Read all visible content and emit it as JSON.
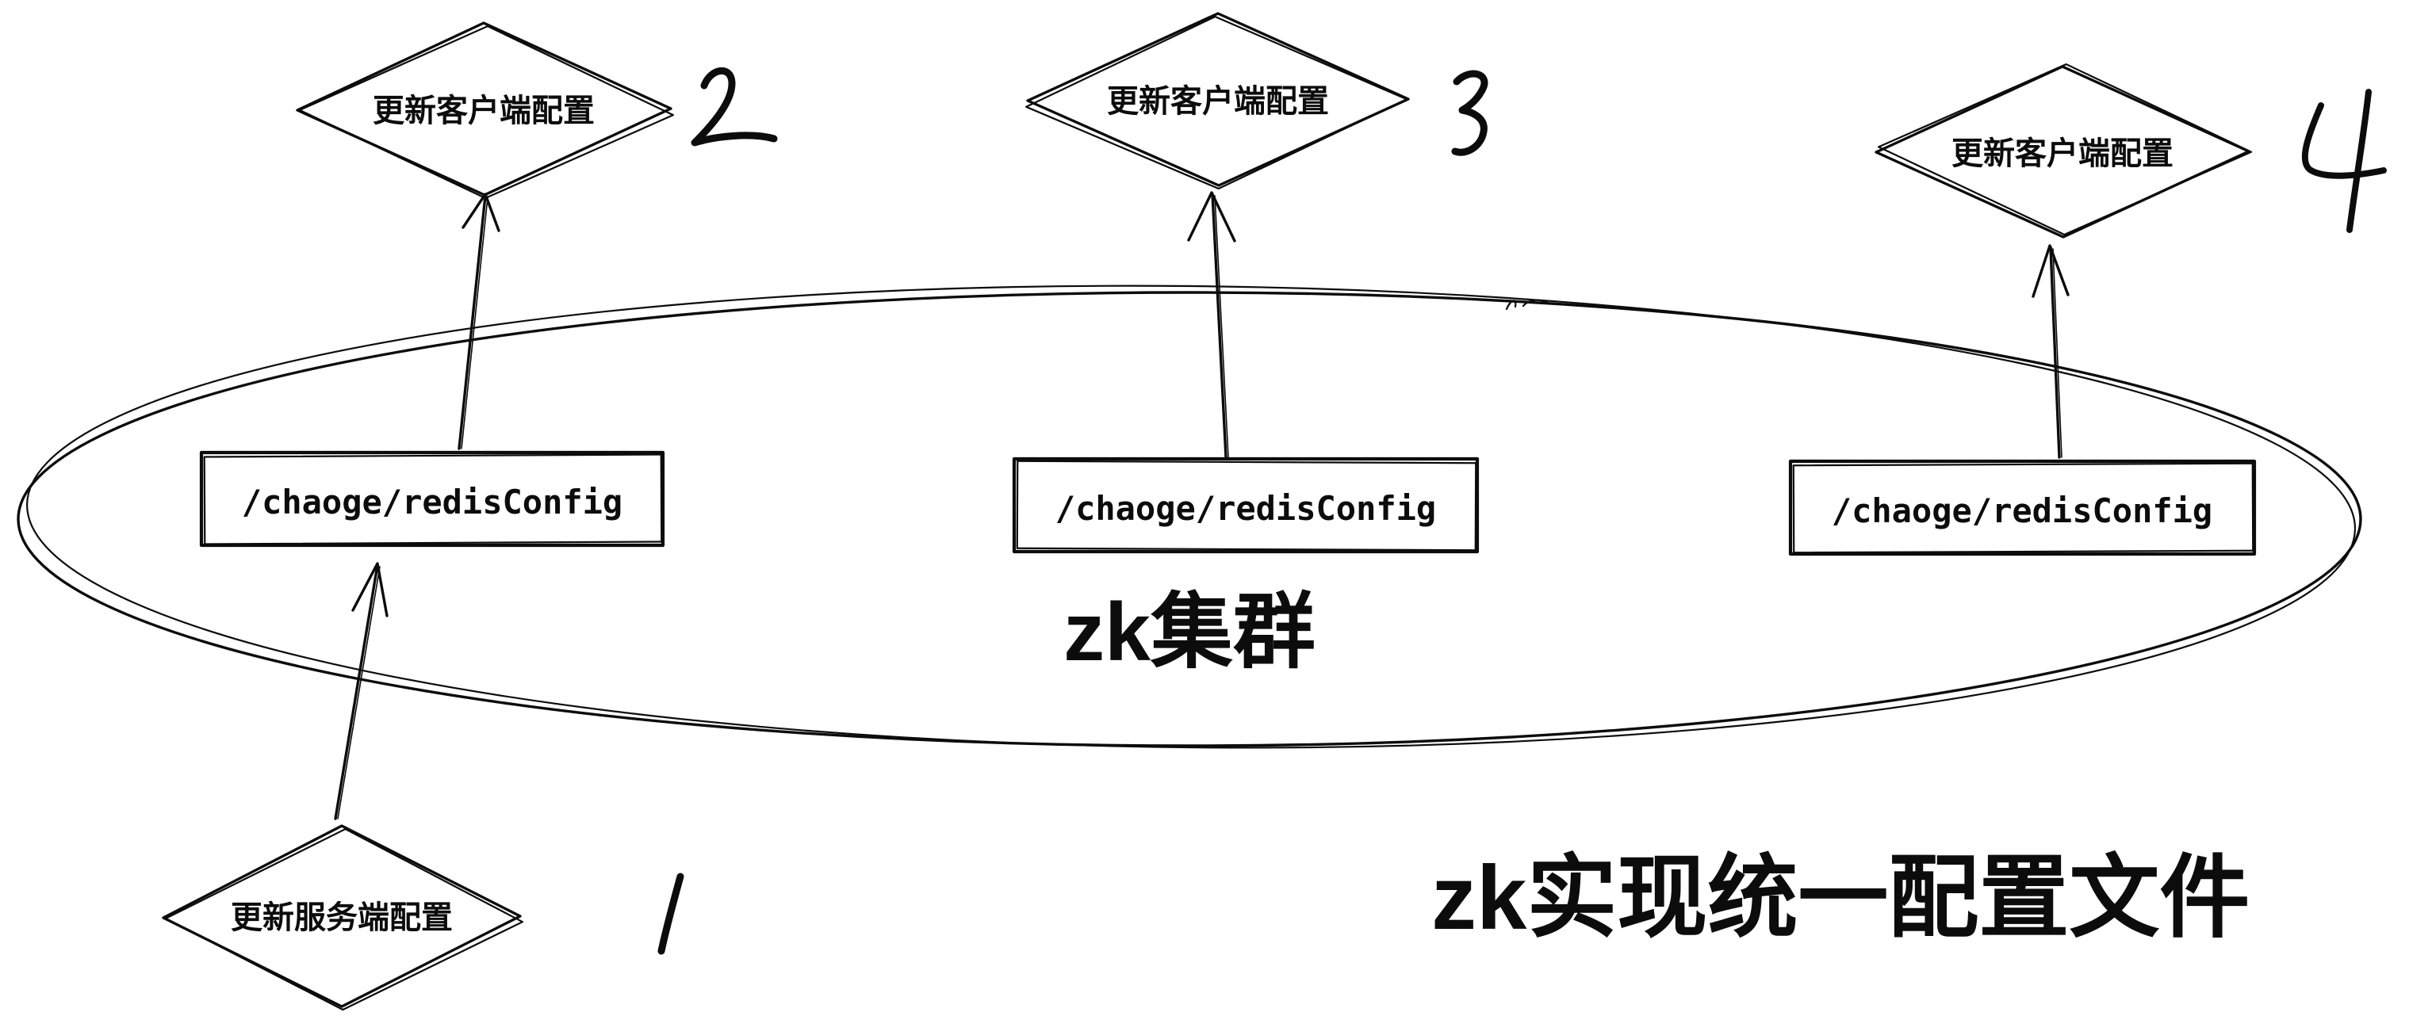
{
  "canvas": {
    "background": "#ffffff",
    "ink": "#0c0c0c",
    "style": "hand-drawn sketch, black ink on white"
  },
  "cluster": {
    "label": "zk集群"
  },
  "caption": {
    "text": "zk实现统一配置文件"
  },
  "znodes": [
    {
      "label": "/chaoge/redisConfig"
    },
    {
      "label": "/chaoge/redisConfig"
    },
    {
      "label": "/chaoge/redisConfig"
    }
  ],
  "server_step": {
    "label": "更新服务端配置",
    "number": "1"
  },
  "client_steps": [
    {
      "label": "更新客户端配置",
      "number": "2"
    },
    {
      "label": "更新客户端配置",
      "number": "3"
    },
    {
      "label": "更新客户端配置",
      "number": "4"
    }
  ]
}
